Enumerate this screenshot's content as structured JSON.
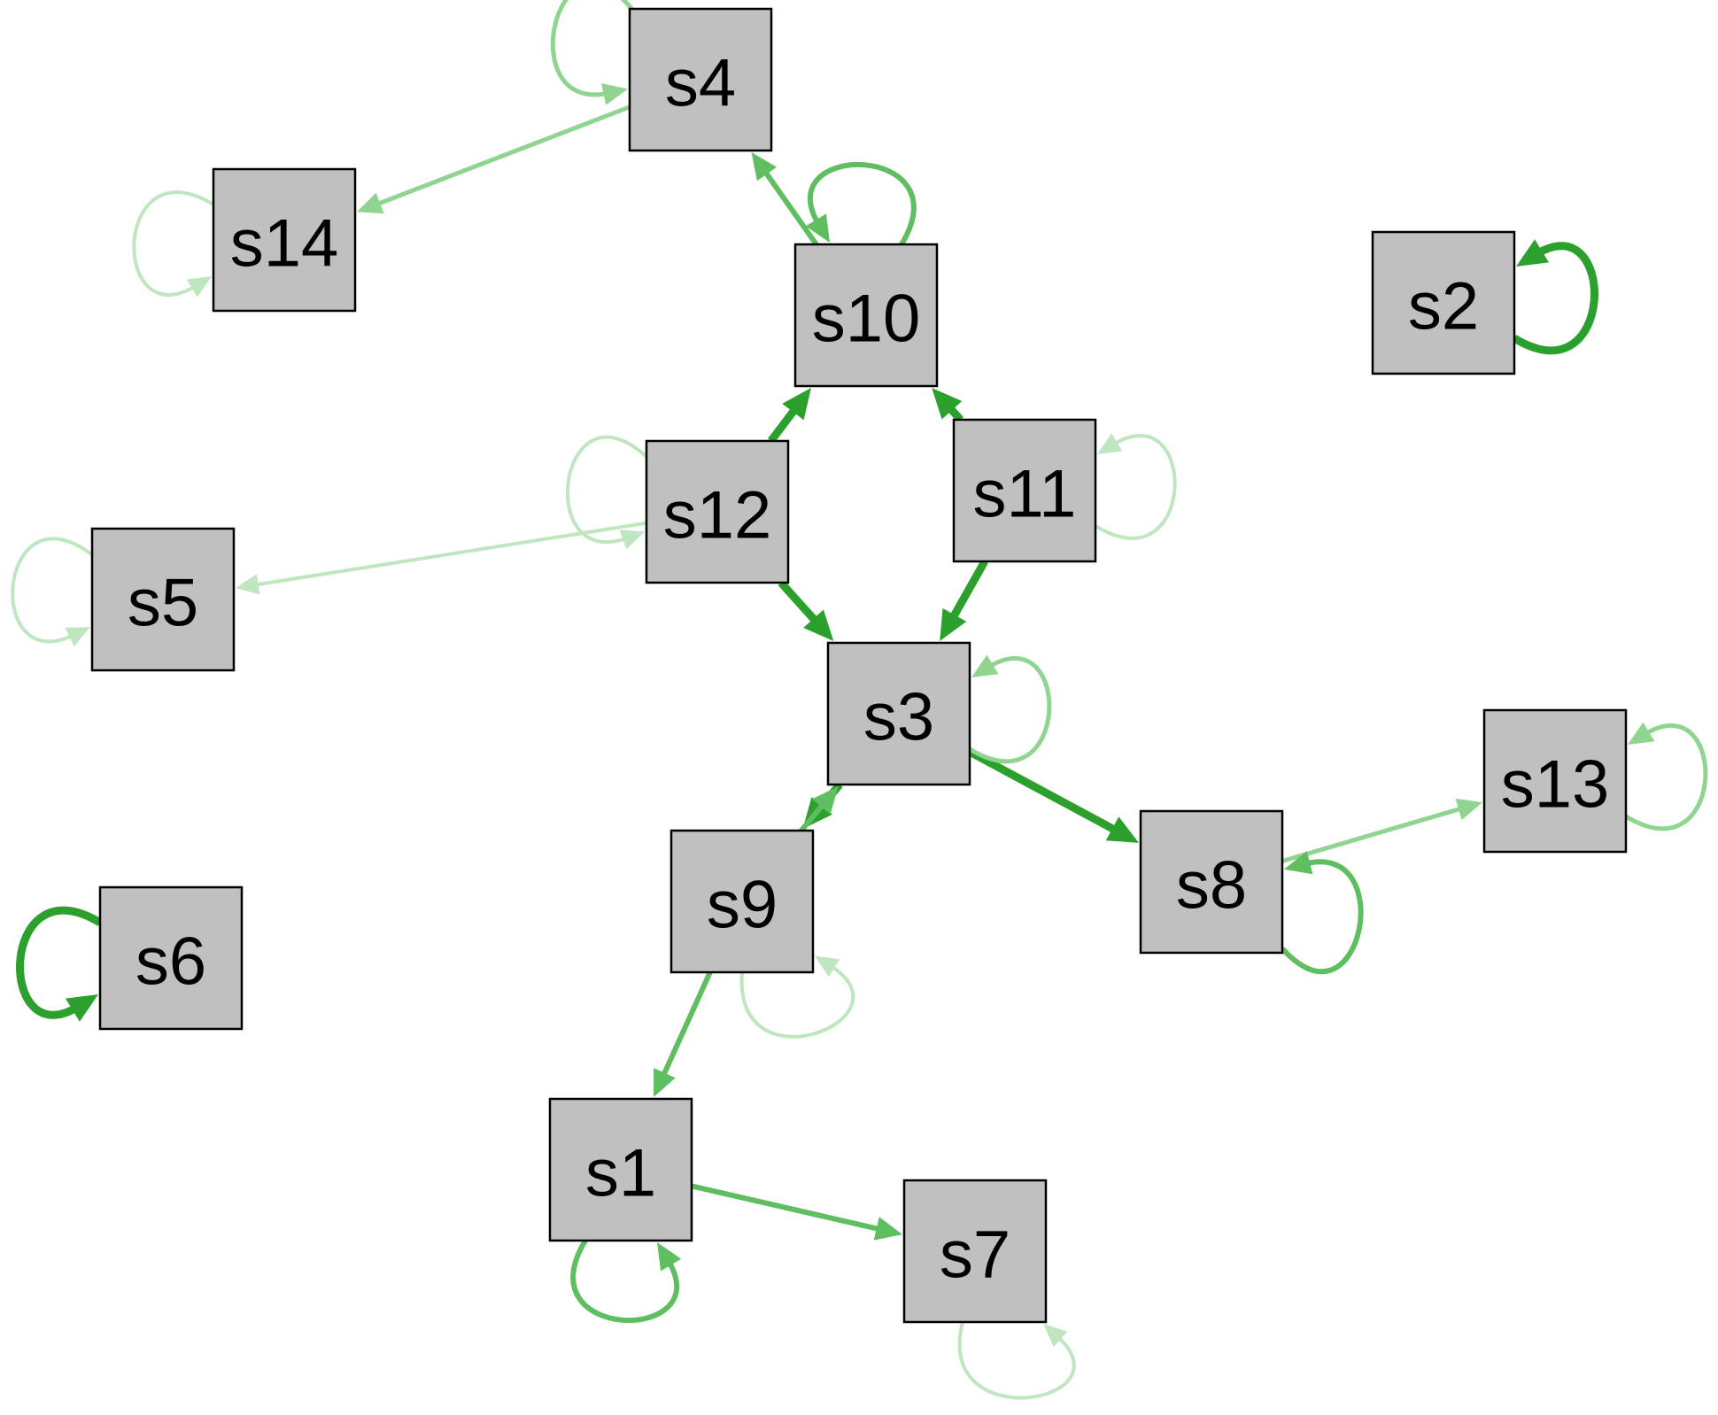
{
  "colors": {
    "strong": "#2ca02c",
    "medium": "#5fbe5f",
    "light": "#8fd48f",
    "faint": "#bfe6bf",
    "node_fill": "#c0c0c0",
    "node_stroke": "#000000"
  },
  "nodes": [
    {
      "id": "s1",
      "label": "s1"
    },
    {
      "id": "s2",
      "label": "s2"
    },
    {
      "id": "s3",
      "label": "s3"
    },
    {
      "id": "s4",
      "label": "s4"
    },
    {
      "id": "s5",
      "label": "s5"
    },
    {
      "id": "s6",
      "label": "s6"
    },
    {
      "id": "s7",
      "label": "s7"
    },
    {
      "id": "s8",
      "label": "s8"
    },
    {
      "id": "s9",
      "label": "s9"
    },
    {
      "id": "s10",
      "label": "s10"
    },
    {
      "id": "s11",
      "label": "s11"
    },
    {
      "id": "s12",
      "label": "s12"
    },
    {
      "id": "s13",
      "label": "s13"
    },
    {
      "id": "s14",
      "label": "s14"
    }
  ],
  "edges": [
    {
      "from": "s4",
      "to": "s14",
      "strength": "light"
    },
    {
      "from": "s10",
      "to": "s4",
      "strength": "medium"
    },
    {
      "from": "s12",
      "to": "s10",
      "strength": "strong"
    },
    {
      "from": "s11",
      "to": "s10",
      "strength": "strong"
    },
    {
      "from": "s12",
      "to": "s5",
      "strength": "faint"
    },
    {
      "from": "s12",
      "to": "s3",
      "strength": "strong"
    },
    {
      "from": "s11",
      "to": "s3",
      "strength": "strong"
    },
    {
      "from": "s3",
      "to": "s9",
      "strength": "strong"
    },
    {
      "from": "s9",
      "to": "s3",
      "strength": "medium"
    },
    {
      "from": "s3",
      "to": "s8",
      "strength": "strong"
    },
    {
      "from": "s8",
      "to": "s13",
      "strength": "light"
    },
    {
      "from": "s9",
      "to": "s1",
      "strength": "medium"
    },
    {
      "from": "s1",
      "to": "s7",
      "strength": "medium"
    }
  ],
  "self_loops": [
    {
      "node": "s4",
      "strength": "light"
    },
    {
      "node": "s14",
      "strength": "faint"
    },
    {
      "node": "s10",
      "strength": "medium"
    },
    {
      "node": "s2",
      "strength": "strong"
    },
    {
      "node": "s12",
      "strength": "faint"
    },
    {
      "node": "s11",
      "strength": "faint"
    },
    {
      "node": "s5",
      "strength": "faint"
    },
    {
      "node": "s3",
      "strength": "light"
    },
    {
      "node": "s13",
      "strength": "light"
    },
    {
      "node": "s8",
      "strength": "medium"
    },
    {
      "node": "s6",
      "strength": "strong"
    },
    {
      "node": "s9",
      "strength": "faint"
    },
    {
      "node": "s1",
      "strength": "medium"
    },
    {
      "node": "s7",
      "strength": "faint"
    }
  ]
}
